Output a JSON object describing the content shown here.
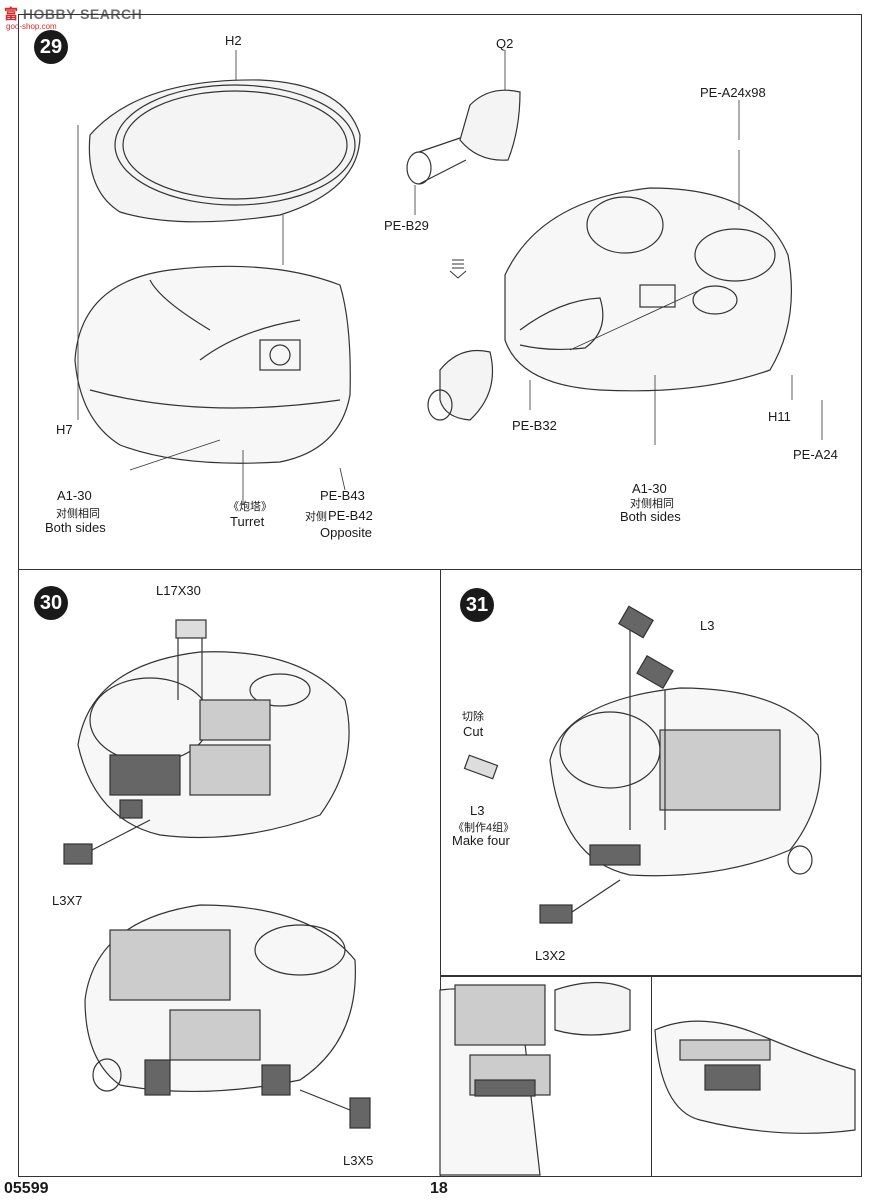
{
  "watermark": {
    "brand": "HOBBY SEARCH",
    "site": "goo-shop.com"
  },
  "step29": {
    "number": "29",
    "labels": {
      "h2": "H2",
      "q2": "Q2",
      "pe_a24x98": "PE-A24x98",
      "pe_b29": "PE-B29",
      "h7": "H7",
      "a1_30": "A1-30",
      "both_sides_cn": "对侧相同",
      "both_sides": "Both sides",
      "turret_cn": "《炮塔》",
      "turret": "Turret",
      "pe_b43": "PE-B43",
      "opposite_cn": "对侧",
      "pe_b42": "PE-B42",
      "opposite": "Opposite",
      "pe_b32": "PE-B32",
      "a1_30_right": "A1-30",
      "both_sides_cn_right": "对侧相同",
      "both_sides_right": "Both sides",
      "h11": "H11",
      "pe_a24": "PE-A24"
    }
  },
  "step30": {
    "number": "30",
    "labels": {
      "l17x30": "L17X30",
      "l3x7": "L3X7",
      "l3x5": "L3X5"
    }
  },
  "step31": {
    "number": "31",
    "labels": {
      "l3": "L3",
      "cut_cn": "切除",
      "cut": "Cut",
      "l3_part": "L3",
      "make_four_cn": "《制作4组》",
      "make_four": "Make four",
      "l3x2": "L3X2"
    }
  },
  "footer": {
    "code": "05599",
    "page": "18"
  }
}
